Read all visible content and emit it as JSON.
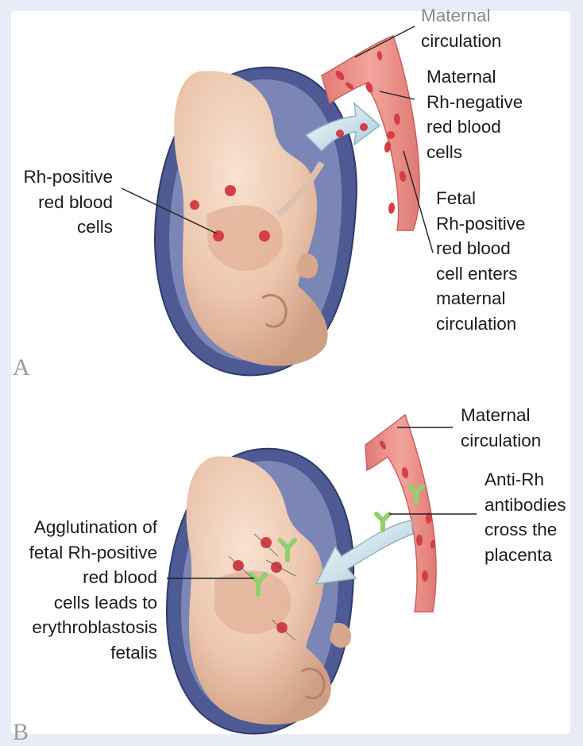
{
  "panel_a": {
    "letter": "A",
    "labels": {
      "maternal_circulation": [
        "Maternal",
        "circulation"
      ],
      "maternal_rh_negative": [
        "Maternal",
        "Rh-negative",
        "red blood",
        "cells"
      ],
      "fetal_rh_positive": [
        "Fetal",
        "Rh-positive",
        "red blood",
        "cell enters",
        "maternal",
        "circulation"
      ],
      "rh_positive_cells": [
        "Rh-positive",
        "red blood",
        "cells"
      ]
    }
  },
  "panel_b": {
    "letter": "B",
    "labels": {
      "maternal_circulation": [
        "Maternal",
        "circulation"
      ],
      "anti_rh": [
        "Anti-Rh",
        "antibodies",
        "cross the",
        "placenta"
      ],
      "agglutination": [
        "Agglutination of",
        "fetal Rh-positive",
        "red blood",
        "cells leads to",
        "erythroblastosis",
        "fetalis"
      ]
    }
  },
  "colors": {
    "uterus": "#4d5a94",
    "fetus_skin": "#ecc9b2",
    "vessel": "#e78a82",
    "rbc": "#d43f45",
    "antibody": "#8fd06d",
    "arrow": "#d8ecf2"
  }
}
